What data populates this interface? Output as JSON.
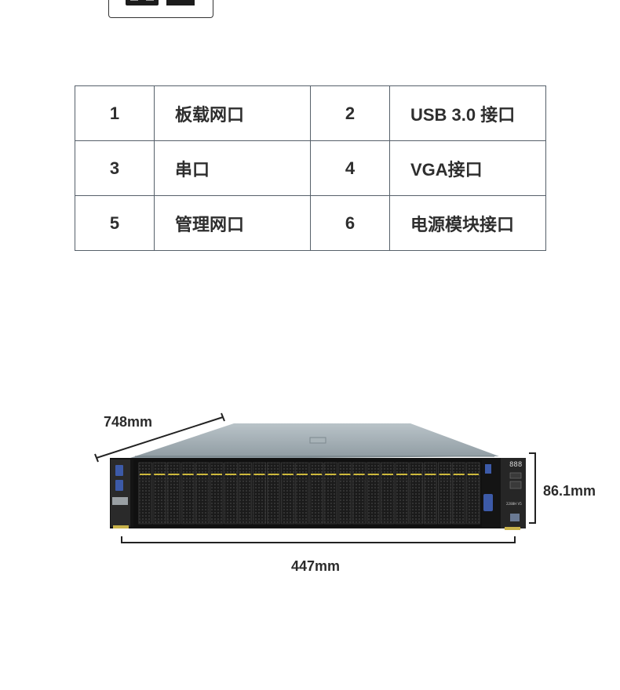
{
  "legend": {
    "rows": [
      [
        {
          "num": "1",
          "label": "板载网口"
        },
        {
          "num": "2",
          "label": "USB 3.0 接口"
        }
      ],
      [
        {
          "num": "3",
          "label": "串口"
        },
        {
          "num": "4",
          "label": "VGA接口"
        }
      ],
      [
        {
          "num": "5",
          "label": "管理网口"
        },
        {
          "num": "6",
          "label": "电源模块接口"
        }
      ]
    ]
  },
  "dimensions": {
    "depth": "748mm",
    "height": "86.1mm",
    "width": "447mm"
  },
  "server": {
    "model_label": "2288H V5",
    "display_digits": "888",
    "drive_bay_count": 24
  },
  "_page_data_note": "The server's model label and display digits are drawn as part of the device illustration, not as separate text."
}
